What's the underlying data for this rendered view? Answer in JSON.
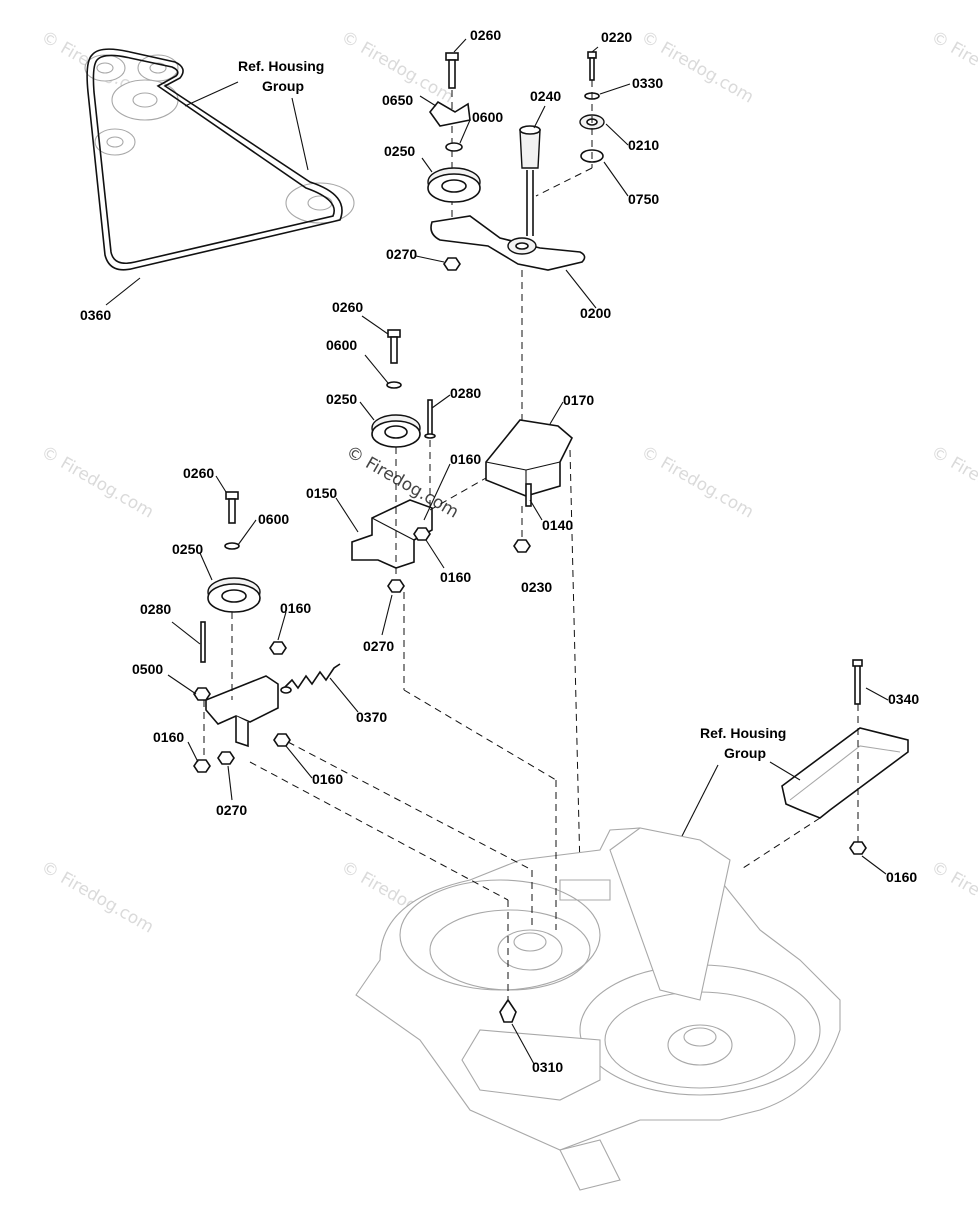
{
  "diagram": {
    "callouts": [
      {
        "id": "c0260a",
        "text": "0260"
      },
      {
        "id": "c0220",
        "text": "0220"
      },
      {
        "id": "c0650",
        "text": "0650"
      },
      {
        "id": "c0330",
        "text": "0330"
      },
      {
        "id": "c0240",
        "text": "0240"
      },
      {
        "id": "c0600a",
        "text": "0600"
      },
      {
        "id": "c0250a",
        "text": "0250"
      },
      {
        "id": "c0210",
        "text": "0210"
      },
      {
        "id": "c0750",
        "text": "0750"
      },
      {
        "id": "c0270a",
        "text": "0270"
      },
      {
        "id": "c0200",
        "text": "0200"
      },
      {
        "id": "c0360",
        "text": "0360"
      },
      {
        "id": "c0260b",
        "text": "0260"
      },
      {
        "id": "c0600b",
        "text": "0600"
      },
      {
        "id": "c0280a",
        "text": "0280"
      },
      {
        "id": "c0250b",
        "text": "0250"
      },
      {
        "id": "c0170",
        "text": "0170"
      },
      {
        "id": "c0160a",
        "text": "0160"
      },
      {
        "id": "c0150",
        "text": "0150"
      },
      {
        "id": "c0140",
        "text": "0140"
      },
      {
        "id": "c0160b",
        "text": "0160"
      },
      {
        "id": "c0230",
        "text": "0230"
      },
      {
        "id": "c0270b",
        "text": "0270"
      },
      {
        "id": "c0260c",
        "text": "0260"
      },
      {
        "id": "c0600c",
        "text": "0600"
      },
      {
        "id": "c0250c",
        "text": "0250"
      },
      {
        "id": "c0280b",
        "text": "0280"
      },
      {
        "id": "c0160c",
        "text": "0160"
      },
      {
        "id": "c0500",
        "text": "0500"
      },
      {
        "id": "c0370",
        "text": "0370"
      },
      {
        "id": "c0160d",
        "text": "0160"
      },
      {
        "id": "c0160e",
        "text": "0160"
      },
      {
        "id": "c0270c",
        "text": "0270"
      },
      {
        "id": "c0340",
        "text": "0340"
      },
      {
        "id": "c0160f",
        "text": "0160"
      },
      {
        "id": "c0310",
        "text": "0310"
      }
    ],
    "ref_housing_top": {
      "line1": "Ref. Housing",
      "line2": "Group"
    },
    "ref_housing_right": {
      "line1": "Ref. Housing",
      "line2": "Group"
    },
    "watermark": "© Firedog.com"
  }
}
